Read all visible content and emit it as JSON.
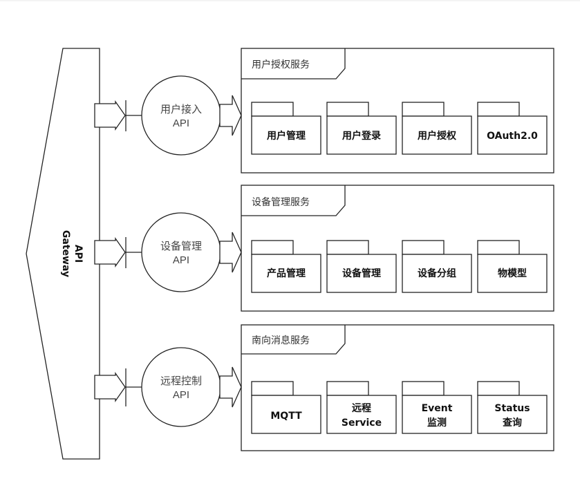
{
  "gateway": {
    "label_line1": "API",
    "label_line2": "Gateway"
  },
  "apis": [
    {
      "line1": "用户接入",
      "line2": "API"
    },
    {
      "line1": "设备管理",
      "line2": "API"
    },
    {
      "line1": "远程控制",
      "line2": "API"
    }
  ],
  "services": [
    {
      "title": "用户授权服务",
      "packages": [
        {
          "lines": [
            "用户管理"
          ]
        },
        {
          "lines": [
            "用户登录"
          ]
        },
        {
          "lines": [
            "用户授权"
          ]
        },
        {
          "lines": [
            "OAuth2.0"
          ]
        }
      ]
    },
    {
      "title": "设备管理服务",
      "packages": [
        {
          "lines": [
            "产品管理"
          ]
        },
        {
          "lines": [
            "设备管理"
          ]
        },
        {
          "lines": [
            "设备分组"
          ]
        },
        {
          "lines": [
            "物模型"
          ]
        }
      ]
    },
    {
      "title": "南向消息服务",
      "packages": [
        {
          "lines": [
            "MQTT"
          ]
        },
        {
          "lines": [
            "远程",
            "Service"
          ]
        },
        {
          "lines": [
            "Event",
            "监测"
          ]
        },
        {
          "lines": [
            "Status",
            "查询"
          ]
        }
      ]
    }
  ]
}
